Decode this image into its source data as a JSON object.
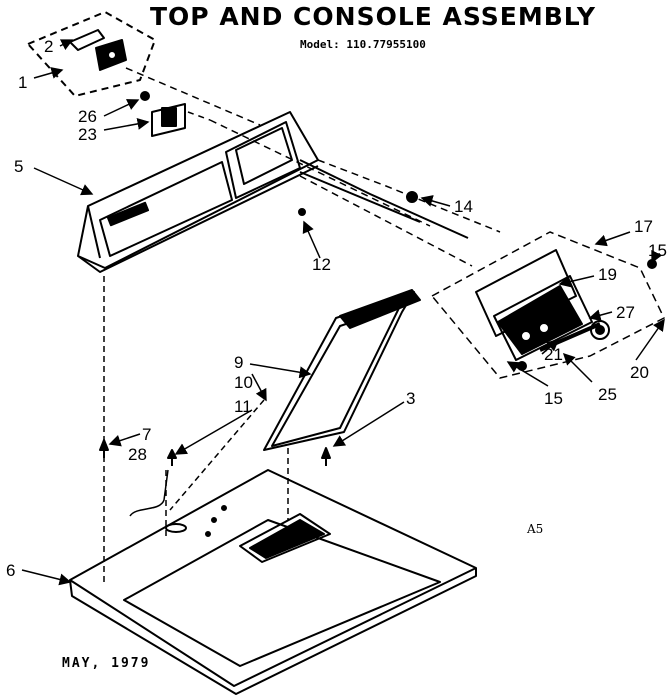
{
  "title": "TOP AND CONSOLE ASSEMBLY",
  "model": "Model: 110.77955100",
  "date": "MAY, 1979",
  "code": "A5",
  "callouts": {
    "c1": "1",
    "c2": "2",
    "c3": "3",
    "c5": "5",
    "c6": "6",
    "c7": "7",
    "c9": "9",
    "c10": "10",
    "c11": "11",
    "c12": "12",
    "c14": "14",
    "c15a": "15",
    "c15b": "15",
    "c17": "17",
    "c19": "19",
    "c20": "20",
    "c21": "21",
    "c23": "23",
    "c25": "25",
    "c26": "26",
    "c27": "27",
    "c28": "28"
  }
}
